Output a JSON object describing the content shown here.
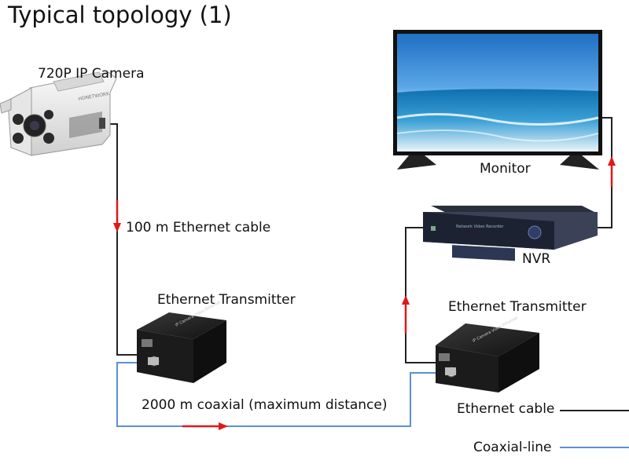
{
  "title": "Typical topology (1)",
  "nodes": {
    "camera": "720P IP Camera",
    "transmitter_left": "Ethernet Transmitter",
    "transmitter_right": "Ethernet Transmitter",
    "monitor": "Monitor",
    "nvr": "NVR"
  },
  "links": {
    "ethernet_cable": "100 m Ethernet cable",
    "coaxial": "2000 m coaxial (maximum distance)"
  },
  "legend": {
    "ethernet": "Ethernet cable",
    "coaxial": "Coaxial-line"
  },
  "device_print": {
    "camera_brand": "HDNETWORK",
    "transmitter": "IP Camera Video Ethernet",
    "nvr": "Network Video Recorder"
  },
  "colors": {
    "ethernet_line": "#222222",
    "coax_line": "#5b8fd6",
    "arrow": "#e01818"
  }
}
